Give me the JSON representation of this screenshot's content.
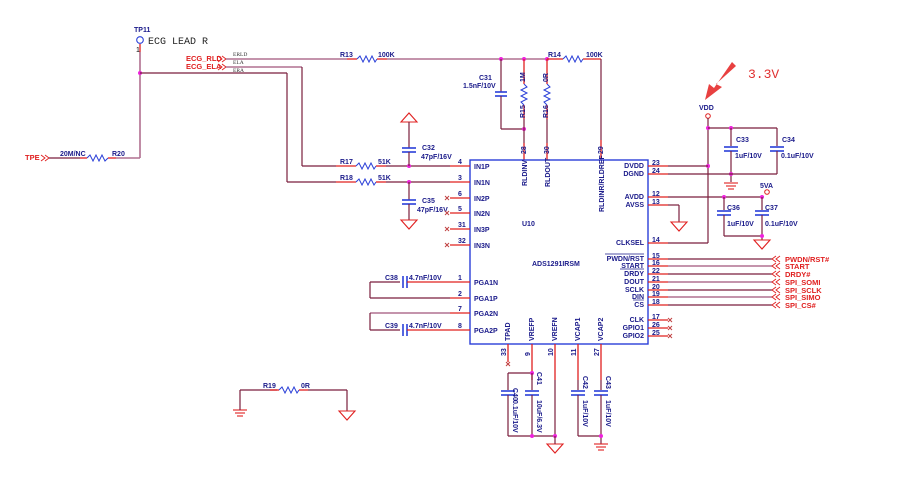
{
  "annotation": {
    "label": "3.3V",
    "color": "#e03030"
  },
  "testpoint": {
    "ref": "TP11",
    "net": "ECG LEAD R",
    "pin": "1"
  },
  "offpage_connectors": {
    "left": [
      {
        "name": "ECG_RLD",
        "net": "ERLD"
      },
      {
        "name": "ECG_ELA",
        "net": "ELA"
      },
      {
        "name": "",
        "net": "ERA"
      },
      {
        "name": "TPE",
        "net": ""
      }
    ],
    "right": [
      {
        "name": "PWDN/RST#"
      },
      {
        "name": "START"
      },
      {
        "name": "DRDY#"
      },
      {
        "name": "SPI_SOMI"
      },
      {
        "name": "SPI_SCLK"
      },
      {
        "name": "SPI_SIMO"
      },
      {
        "name": "SPI_CS#"
      }
    ]
  },
  "ic": {
    "ref": "U10",
    "part": "ADS1291IRSM",
    "left_pins": [
      {
        "num": "4",
        "name": "IN1P"
      },
      {
        "num": "3",
        "name": "IN1N"
      },
      {
        "num": "6",
        "name": "IN2P"
      },
      {
        "num": "5",
        "name": "IN2N"
      },
      {
        "num": "31",
        "name": "IN3P"
      },
      {
        "num": "32",
        "name": "IN3N"
      },
      {
        "num": "1",
        "name": "PGA1N"
      },
      {
        "num": "2",
        "name": "PGA1P"
      },
      {
        "num": "7",
        "name": "PGA2N"
      },
      {
        "num": "8",
        "name": "PGA2P"
      }
    ],
    "top_pins": [
      {
        "num": "28",
        "name": "RLDINV"
      },
      {
        "num": "30",
        "name": "RLDOUT"
      },
      {
        "num": "29",
        "name": "RLDINR/RLDREF"
      }
    ],
    "right_pins": [
      {
        "num": "23",
        "name": "DVDD"
      },
      {
        "num": "24",
        "name": "DGND"
      },
      {
        "num": "12",
        "name": "AVDD"
      },
      {
        "num": "13",
        "name": "AVSS"
      },
      {
        "num": "14",
        "name": "CLKSEL"
      },
      {
        "num": "15",
        "name": "PWDN/RST"
      },
      {
        "num": "16",
        "name": "START"
      },
      {
        "num": "22",
        "name": "DRDY"
      },
      {
        "num": "21",
        "name": "DOUT"
      },
      {
        "num": "20",
        "name": "SCLK"
      },
      {
        "num": "19",
        "name": "DIN"
      },
      {
        "num": "18",
        "name": "CS"
      },
      {
        "num": "17",
        "name": "CLK"
      },
      {
        "num": "26",
        "name": "GPIO1"
      },
      {
        "num": "25",
        "name": "GPIO2"
      }
    ],
    "bottom_pins": [
      {
        "num": "33",
        "name": "TPAD"
      },
      {
        "num": "9",
        "name": "VREFP"
      },
      {
        "num": "10",
        "name": "VREFN"
      },
      {
        "num": "11",
        "name": "VCAP1"
      },
      {
        "num": "27",
        "name": "VCAP2"
      }
    ]
  },
  "resistors": {
    "R13": {
      "ref": "R13",
      "value": "100K"
    },
    "R14": {
      "ref": "R14",
      "value": "100K"
    },
    "R15": {
      "ref": "R15",
      "value": "1M"
    },
    "R16": {
      "ref": "R16",
      "value": "0R"
    },
    "R17": {
      "ref": "R17",
      "value": "51K"
    },
    "R18": {
      "ref": "R18",
      "value": "51K"
    },
    "R19": {
      "ref": "R19",
      "value": "0R"
    },
    "R20": {
      "ref": "R20",
      "value": "20M/NC"
    }
  },
  "capacitors": {
    "C31": {
      "ref": "C31",
      "value": "1.5nF/10V"
    },
    "C32": {
      "ref": "C32",
      "value": "47pF/16V"
    },
    "C33": {
      "ref": "C33",
      "value": "1uF/10V"
    },
    "C34": {
      "ref": "C34",
      "value": "0.1uF/10V"
    },
    "C35": {
      "ref": "C35",
      "value": "47pF/16V"
    },
    "C36": {
      "ref": "C36",
      "value": "1uF/10V"
    },
    "C37": {
      "ref": "C37",
      "value": "0.1uF/10V"
    },
    "C38": {
      "ref": "C38",
      "value": "4.7nF/10V"
    },
    "C39": {
      "ref": "C39",
      "value": "4.7nF/10V"
    },
    "C40": {
      "ref": "C40",
      "value": "0.1uF/10V"
    },
    "C41": {
      "ref": "C41",
      "value": "10uF/6.3V"
    },
    "C42": {
      "ref": "C42",
      "value": "1uF/10V"
    },
    "C43": {
      "ref": "C43",
      "value": "1uF/10V"
    }
  },
  "power": {
    "vdd": "VDD",
    "va": "5VA"
  }
}
